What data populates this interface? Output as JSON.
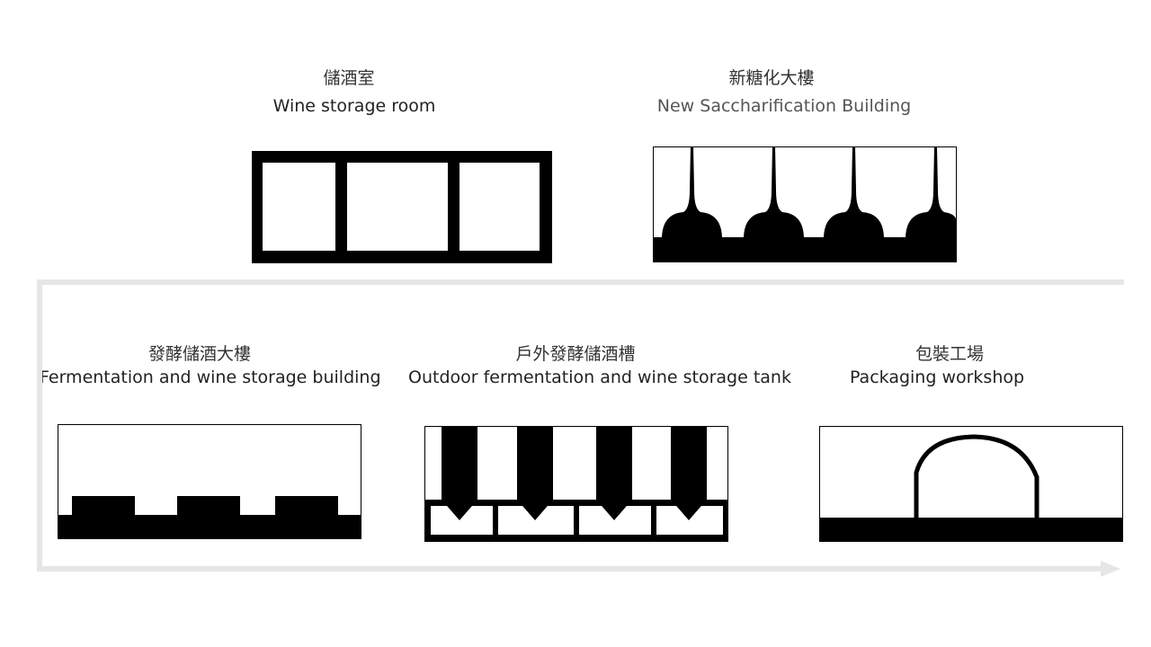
{
  "flow_colors": {
    "line": "#e6e6e6",
    "ink": "#000000"
  },
  "stations": {
    "wine_storage_room": {
      "zh": "儲酒室",
      "en": "Wine storage room"
    },
    "new_saccharification": {
      "zh": "新糖化大樓",
      "en": "New Saccharification Building"
    },
    "fermentation_storage": {
      "zh": "發酵儲酒大樓",
      "en": "Fermentation and wine storage building"
    },
    "outdoor_tank": {
      "zh": "戶外發酵儲酒槽",
      "en": "Outdoor fermentation and wine storage tank"
    },
    "packaging": {
      "zh": "包裝工場",
      "en": "Packaging workshop"
    }
  }
}
